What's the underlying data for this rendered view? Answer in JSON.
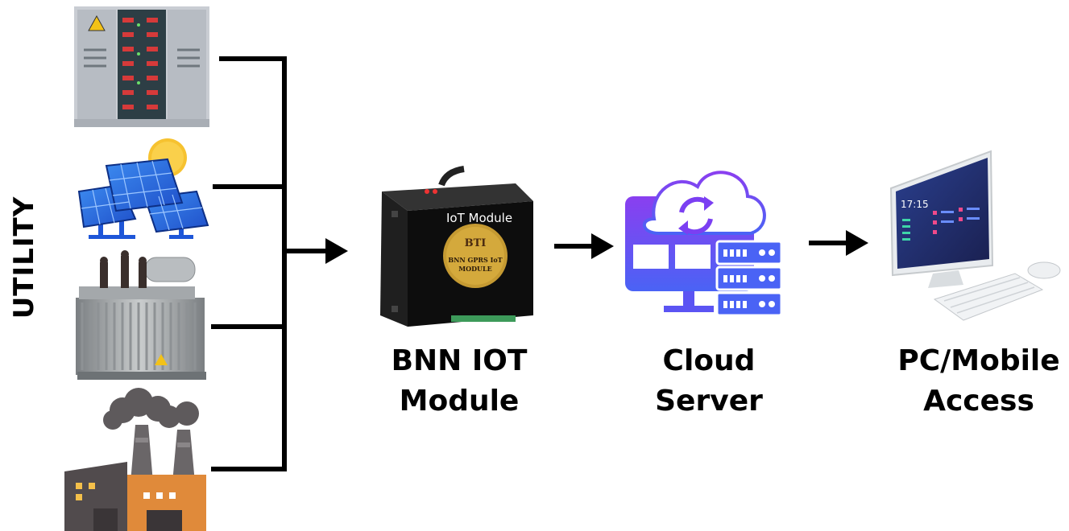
{
  "side_label": "UTILITY",
  "module": {
    "name_line1": "BNN IOT",
    "name_line2": "Module",
    "device_text": "IoT Module",
    "badge_line1": "BNN GPRS IoT",
    "badge_line2": "MODULE",
    "badge_logo": "BTI"
  },
  "cloud": {
    "name_line1": "Cloud",
    "name_line2": "Server"
  },
  "access": {
    "name_line1": "PC/Mobile",
    "name_line2": "Access",
    "screen_time": "17:15"
  },
  "sources": [
    "electrical-panel",
    "solar-panels",
    "transformer",
    "factory"
  ],
  "colors": {
    "arrow": "#000000",
    "cloud_purple": "#7b3ff2",
    "cloud_blue": "#4a6cf7",
    "factory_orange": "#e08a3a"
  }
}
